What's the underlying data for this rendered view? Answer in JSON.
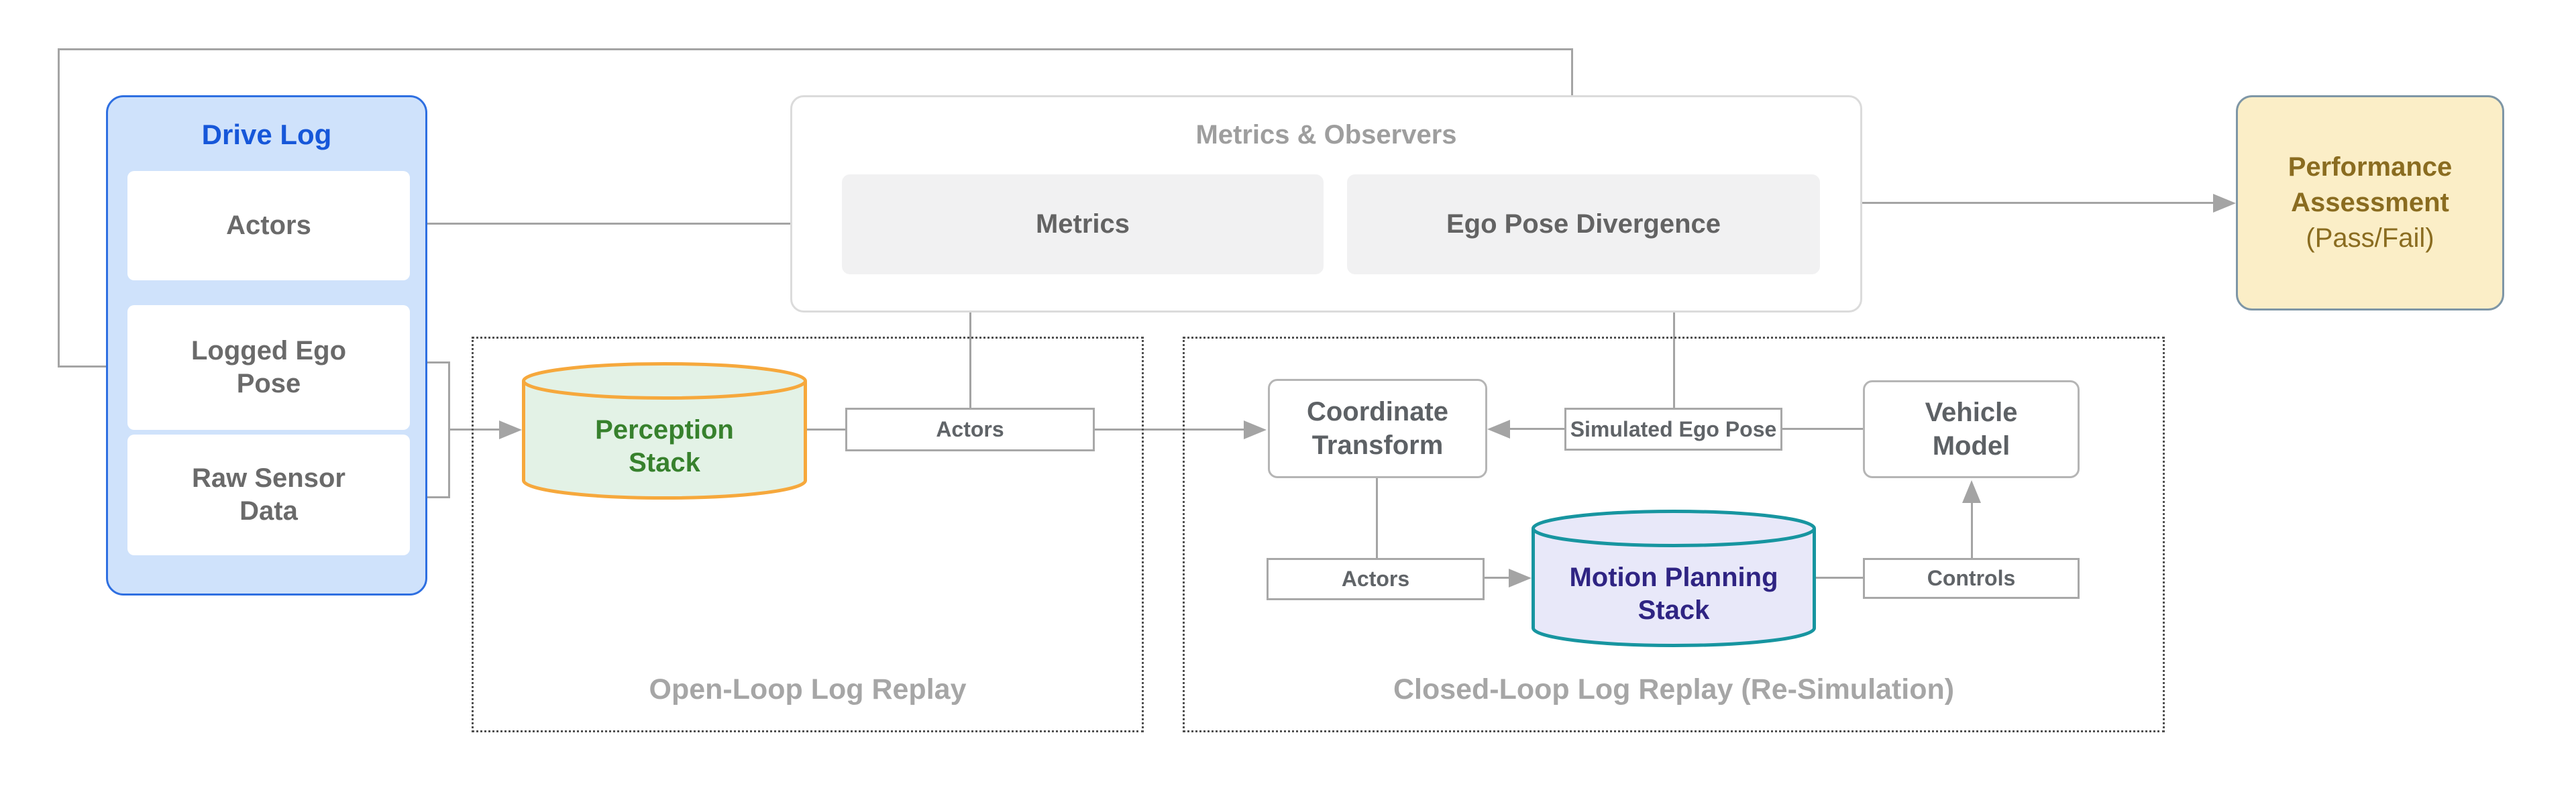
{
  "diagram": {
    "colors": {
      "connector": "#a4a4a4",
      "drive_log_fill": "#cfe2fb",
      "drive_log_border": "#2e6fe1",
      "drive_log_title": "#1657d9",
      "metrics_box_fill": "#f1f1f2",
      "performance_fill": "#fbeec7",
      "performance_border": "#7e96a6",
      "performance_text": "#8a6c20",
      "perception_fill": "#e3f2e6",
      "perception_border": "#f6a83c",
      "perception_text": "#37812d",
      "motion_planning_fill": "#e8e8f9",
      "motion_planning_border": "#1795a0",
      "motion_planning_text": "#2f2483"
    },
    "drive_log": {
      "title": "Drive Log",
      "items": [
        {
          "label": "Actors"
        },
        {
          "label": "Logged Ego Pose"
        },
        {
          "label": "Raw Sensor Data"
        }
      ]
    },
    "metrics_observers": {
      "title": "Metrics & Observers",
      "metrics": "Metrics",
      "ego_pose_divergence": "Ego Pose Divergence"
    },
    "performance_assessment": {
      "title": "Performance Assessment",
      "subtitle": "(Pass/Fail)"
    },
    "open_loop": {
      "label": "Open-Loop Log Replay",
      "perception_stack": "Perception Stack",
      "actors": "Actors"
    },
    "closed_loop": {
      "label": "Closed-Loop Log Replay (Re-Simulation)",
      "coordinate_transform": "Coordinate Transform",
      "simulated_ego_pose": "Simulated Ego Pose",
      "vehicle_model": "Vehicle Model",
      "actors": "Actors",
      "motion_planning_stack": "Motion Planning Stack",
      "controls": "Controls"
    }
  }
}
